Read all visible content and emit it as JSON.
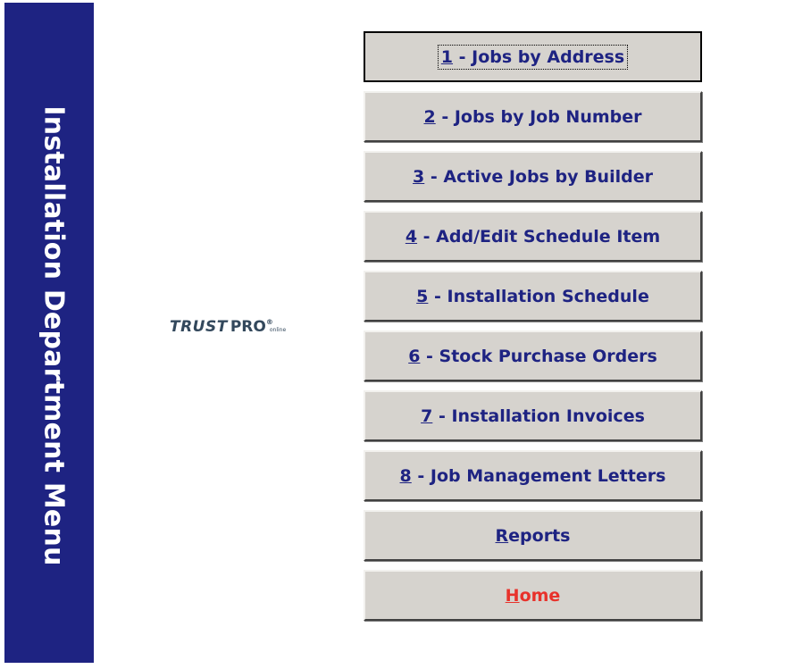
{
  "sidebar": {
    "title": "Installation Department Menu",
    "background_color": "#1e2382",
    "text_color": "#ffffff"
  },
  "logo": {
    "trust": "TRUST",
    "pro": "PRO",
    "registered": "®",
    "online": "online"
  },
  "menu": {
    "text_color": "#1e2382",
    "home_color": "#e8322b",
    "buttons": [
      {
        "key": "1",
        "label": " - Jobs by Address",
        "focused": true
      },
      {
        "key": "2",
        "label": " - Jobs by Job Number"
      },
      {
        "key": "3",
        "label": " - Active Jobs by Builder"
      },
      {
        "key": "4",
        "label": " - Add/Edit Schedule Item"
      },
      {
        "key": "5",
        "label": " - Installation Schedule"
      },
      {
        "key": "6",
        "label": " - Stock Purchase Orders"
      },
      {
        "key": "7",
        "label": " - Installation Invoices"
      },
      {
        "key": "8",
        "label": " - Job Management Letters"
      },
      {
        "key": "R",
        "label": "eports"
      },
      {
        "key": "H",
        "label": "ome"
      }
    ]
  }
}
